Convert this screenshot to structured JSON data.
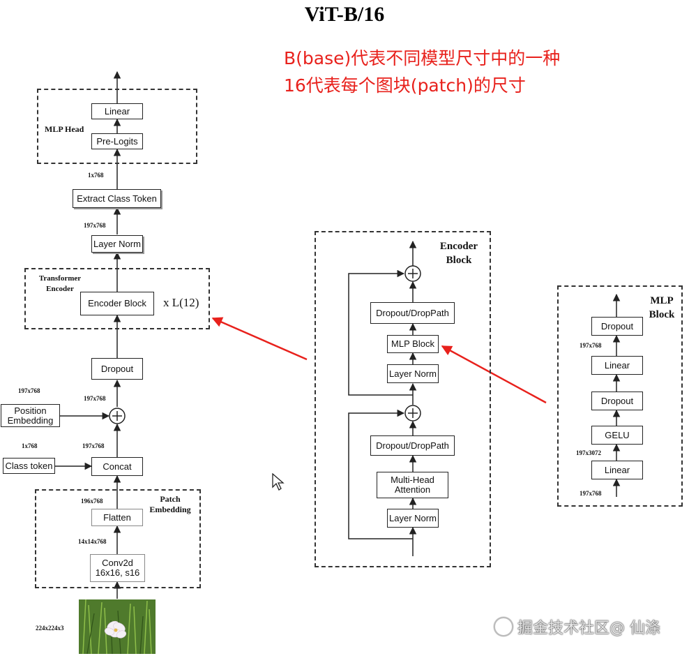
{
  "title": "ViT-B/16",
  "notes": [
    "B(base)代表不同模型尺寸中的一种",
    "16代表每个图块(patch)的尺寸"
  ],
  "colors": {
    "note": "#e8211c",
    "arrow": "#e8211c"
  },
  "main": {
    "mlp_head_label": "MLP Head",
    "linear": "Linear",
    "pre_logits": "Pre-Logits",
    "dim_1x768": "1x768",
    "extract_class_token": "Extract Class Token",
    "dim_197x768_a": "197x768",
    "layer_norm": "Layer Norm",
    "transformer_encoder_label": "Transformer Encoder",
    "encoder_block": "Encoder Block",
    "repeat": "x L(12)",
    "dropout": "Dropout",
    "dim_pos": "197x768",
    "dim_after_add": "197x768",
    "position_embedding": "Position Embedding",
    "dim_class": "1x768",
    "dim_concat": "197x768",
    "class_token": "Class token",
    "concat": "Concat",
    "patch_embedding_label": "Patch Embedding",
    "dim_196x768": "196x768",
    "flatten": "Flatten",
    "dim_14x14x768": "14x14x768",
    "conv2d": "Conv2d 16x16, s16",
    "dim_input": "224x224x3"
  },
  "encoder_block": {
    "label": "Encoder Block",
    "dropout_droppath_top": "Dropout/DropPath",
    "mlp_block": "MLP Block",
    "layer_norm_top": "Layer Norm",
    "dropout_droppath_bottom": "Dropout/DropPath",
    "multi_head_attention": "Multi-Head Attention",
    "layer_norm_bottom": "Layer Norm"
  },
  "mlp_block": {
    "label": "MLP Block",
    "dropout_top": "Dropout",
    "dim_top": "197x768",
    "linear_top": "Linear",
    "dropout_mid": "Dropout",
    "gelu": "GELU",
    "dim_mid": "197x3072",
    "linear_bottom": "Linear",
    "dim_bottom": "197x768"
  },
  "watermark": "掘金技术社区@ 仙涤"
}
